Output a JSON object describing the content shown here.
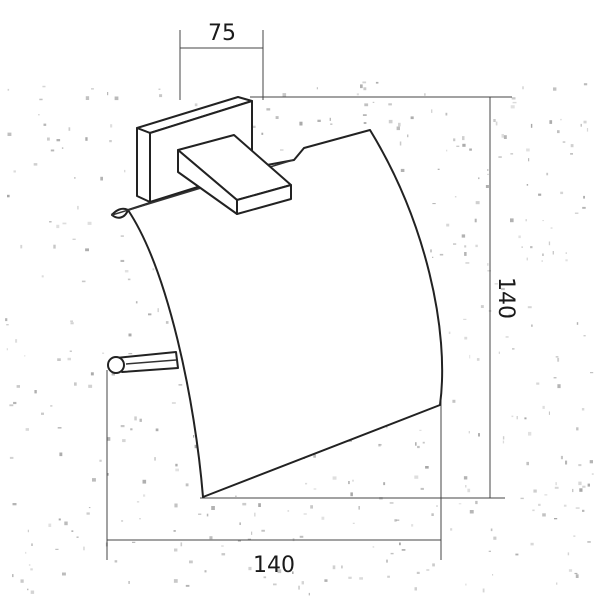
{
  "dimensions": {
    "top_width": "75",
    "height": "140",
    "bottom_width": "140"
  },
  "colors": {
    "line": "#222222",
    "dimension_line": "#444444",
    "background": "#ffffff"
  }
}
